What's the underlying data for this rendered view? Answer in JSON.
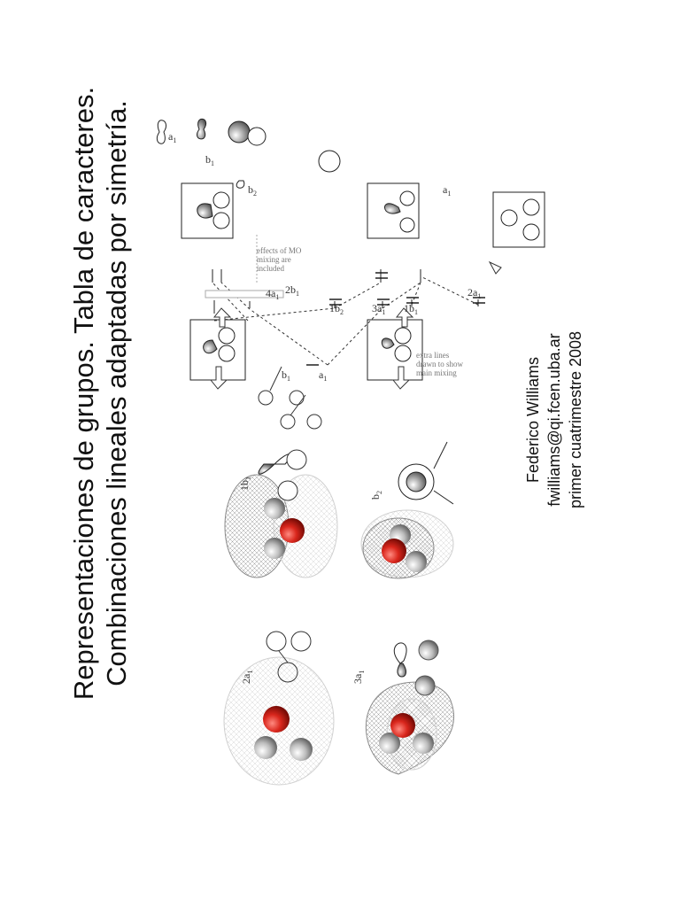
{
  "slide": {
    "title_line1": "Representaciones de grupos. Tabla de caracteres.",
    "title_line2": "Combinaciones lineales adaptadas por simetría.",
    "author_name": "Federico Williams",
    "author_email": "fwilliams@qi.fcen.uba.ar",
    "author_term": "primer cuatrimestre 2008"
  },
  "orbitals": {
    "label_2a1": "2a",
    "label_1b1": "1b",
    "label_3a1": "3a",
    "label_b2": "b",
    "sub_1": "1",
    "sub_2": "2"
  },
  "mo_diagram": {
    "note_mixing_line1": "effects of MO",
    "note_mixing_line2": "mixing are",
    "note_mixing_line3": "included",
    "note_extra_line1": "extra lines",
    "note_extra_line2": "drawn to show",
    "note_extra_line3": "main mixing",
    "level_4a1": "4a",
    "level_2b1": "2b",
    "level_1b2": "1b",
    "level_3a1": "3a",
    "level_1b1": "1b",
    "level_2a1": "2a",
    "frag_b1": "b",
    "frag_a1": "a",
    "frag_a1_top": "a",
    "frag_b1_top": "b",
    "frag_b2_top": "b",
    "frag_a1_low": "a"
  },
  "colors": {
    "oxygen": "#d9261c",
    "hydrogen": "#b8b8b8",
    "mesh": "#9a9a9a"
  }
}
